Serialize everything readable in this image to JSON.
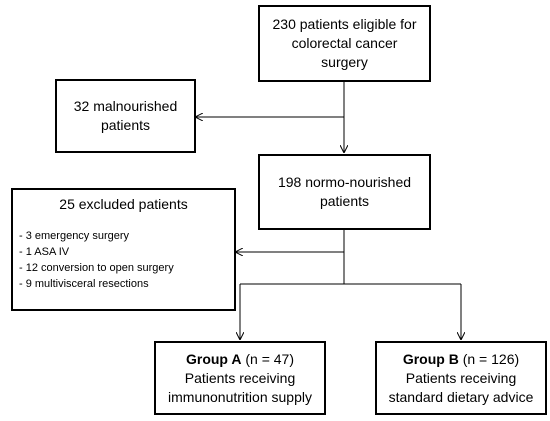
{
  "eligible": {
    "line1": "230 patients eligible for",
    "line2": "colorectal cancer",
    "line3": "surgery"
  },
  "malnourished": {
    "line1": "32 malnourished",
    "line2": "patients"
  },
  "normonourished": {
    "line1": "198 normo-nourished",
    "line2": "patients"
  },
  "excluded": {
    "title": "25 excluded patients",
    "items": [
      "- 3 emergency surgery",
      "- 1 ASA IV",
      "- 12 conversion to open surgery",
      "- 9 multivisceral resections"
    ]
  },
  "group_a": {
    "label": "Group A",
    "count": " (n = 47)",
    "line1": "Patients receiving",
    "line2": "immunonutrition supply"
  },
  "group_b": {
    "label": "Group B",
    "count": " (n = 126)",
    "line1": "Patients receiving",
    "line2": "standard dietary advice"
  }
}
